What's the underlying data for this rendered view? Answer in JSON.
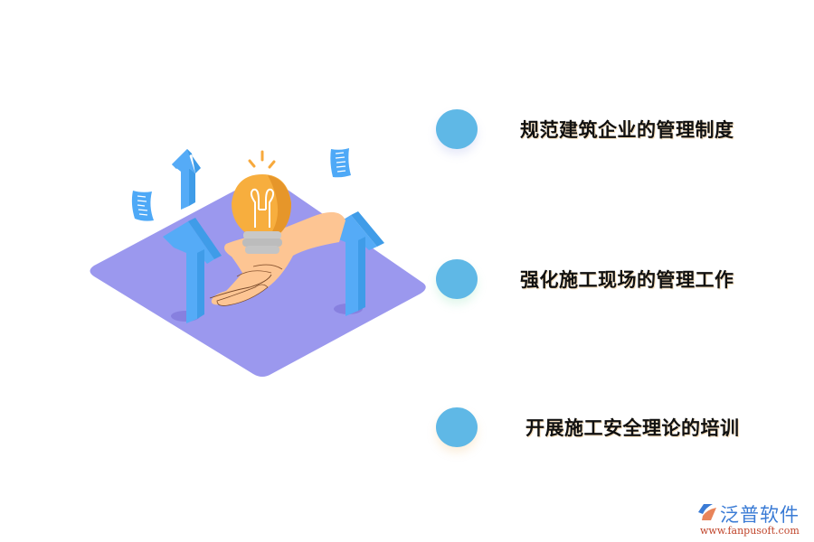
{
  "items": [
    {
      "label": "规范建筑企业的管理制度"
    },
    {
      "label": "强化施工现场的管理工作"
    },
    {
      "label": "开展施工安全理论的培训"
    }
  ],
  "brand": {
    "name": "泛普软件",
    "url": "www.fanpusoft.com"
  },
  "colors": {
    "dot": "#5fb8e6",
    "platform": "#9b98ee",
    "arrow": "#4ea9f7",
    "bulb": "#f7a93c",
    "hand": "#fdc593",
    "brand_blue": "#3a7bd5",
    "brand_red": "#c0442a"
  },
  "illustration": {
    "icons": [
      "platform",
      "up-arrow",
      "up-arrow",
      "up-arrow",
      "document",
      "document",
      "lightbulb",
      "hand"
    ]
  }
}
